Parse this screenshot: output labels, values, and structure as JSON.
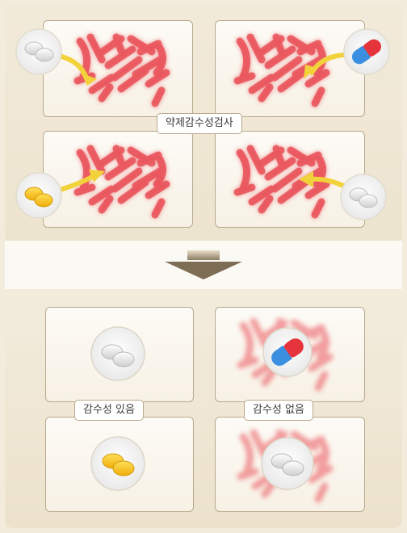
{
  "labels": {
    "test": "약제감수성검사",
    "sensitive": "감수성 있음",
    "resistant": "감수성 없음"
  },
  "icons": {
    "pill_white": "white-tablet-icon",
    "pill_yellow": "yellow-tablet-icon",
    "capsule": "red-blue-capsule-icon",
    "arrow": "curved-yellow-arrow-icon",
    "down_arrow": "down-arrow-icon"
  },
  "colors": {
    "bacteria": "#e8434c",
    "arrow": "#f2d23a",
    "frame": "#b9a98d",
    "capsule_red": "#e5343c",
    "capsule_blue": "#3a8fe0",
    "pill_yellow": "#f4c21c"
  }
}
